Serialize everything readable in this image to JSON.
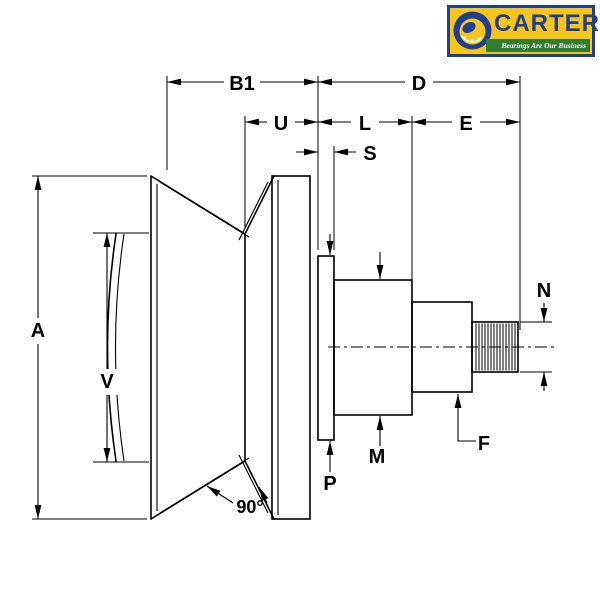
{
  "logo": {
    "brand": "CARTER",
    "tagline": "Bearings Are Our Business",
    "colors": {
      "blue": "#1e3f92",
      "yellow": "#f6c51d",
      "green": "#2f7d33",
      "white": "#ffffff"
    }
  },
  "diagram": {
    "line_color": "#000000",
    "labels": {
      "b1": "B1",
      "d": "D",
      "u": "U",
      "l": "L",
      "e": "E",
      "s": "S",
      "a": "A",
      "v": "V",
      "n": "N",
      "m": "M",
      "p": "P",
      "f": "F",
      "angle": "90°"
    }
  }
}
